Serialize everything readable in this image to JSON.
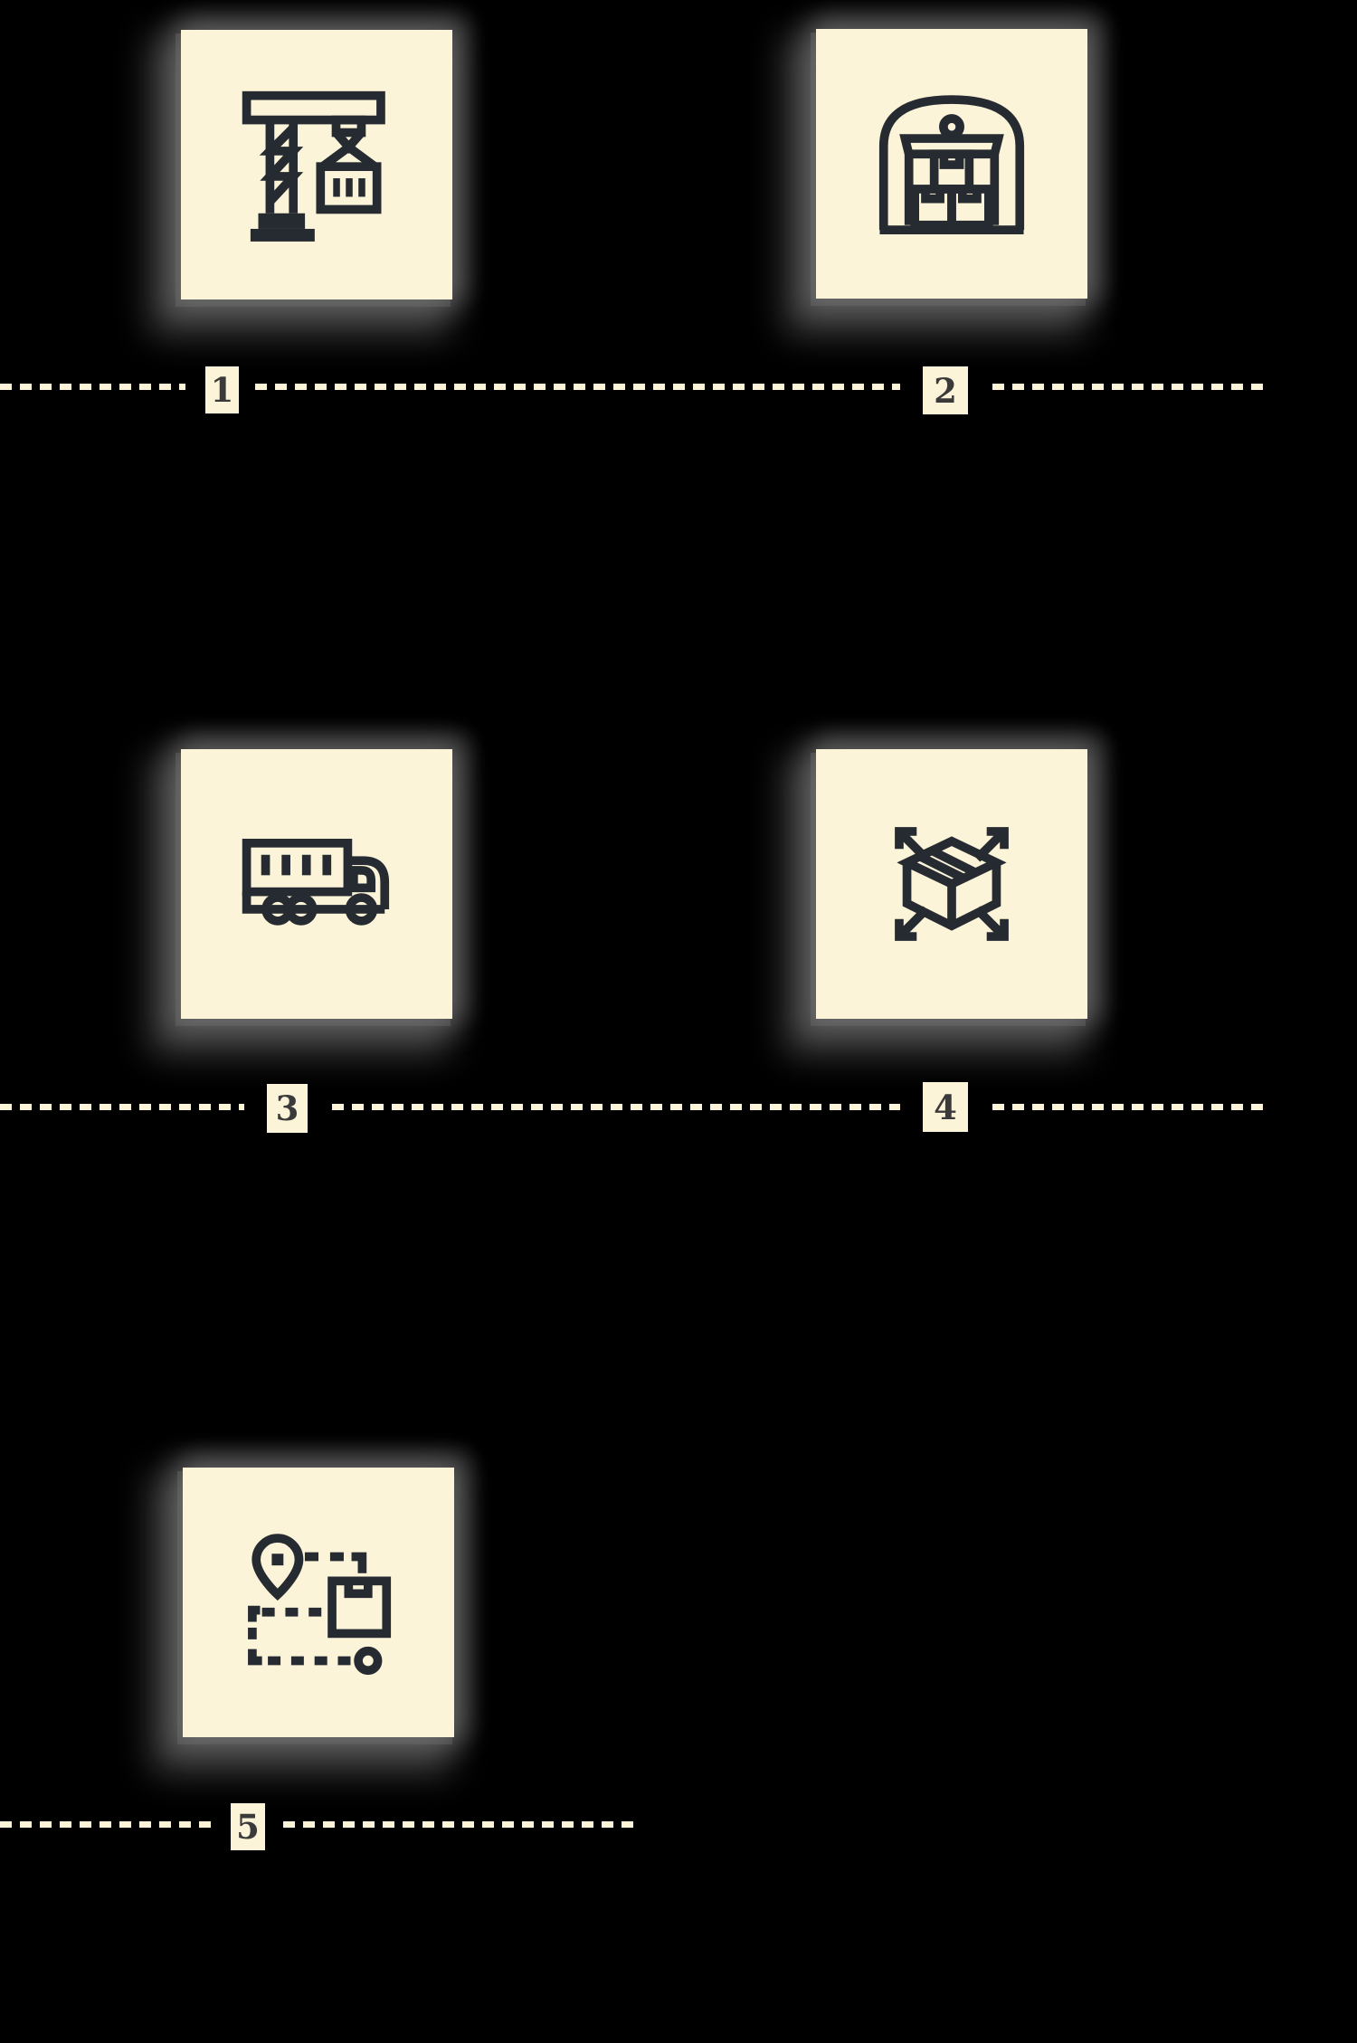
{
  "meta": {
    "description": "Logistics / shipping process illustration with five numbered icon steps separated by dashed timeline rules",
    "background_color": "#000000"
  },
  "palette": {
    "card_background": "#FBF4D9",
    "icon_stroke": "#262A31",
    "dash_color": "#FBF4D9",
    "badge_background": "#FBF4D9",
    "badge_text_color": "#3A3A3A",
    "shadow_color": "#787878"
  },
  "steps": [
    {
      "number": "1",
      "icon": "crane-container-icon"
    },
    {
      "number": "2",
      "icon": "warehouse-icon"
    },
    {
      "number": "3",
      "icon": "cargo-truck-icon"
    },
    {
      "number": "4",
      "icon": "package-distribution-icon"
    },
    {
      "number": "5",
      "icon": "delivery-route-icon"
    }
  ]
}
